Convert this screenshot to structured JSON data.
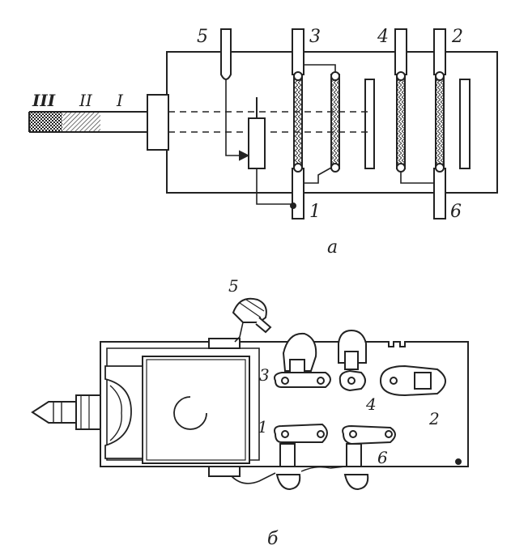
{
  "figure_a": {
    "terminals": [
      "5",
      "3",
      "4",
      "2",
      "1",
      "6"
    ],
    "positions": [
      "III",
      "II",
      "I"
    ],
    "caption": "а"
  },
  "figure_b": {
    "terminals": [
      "5",
      "3",
      "4",
      "2",
      "1",
      "6"
    ],
    "caption": "б"
  },
  "colors": {
    "ink": "#222222",
    "paper": "#ffffff"
  }
}
